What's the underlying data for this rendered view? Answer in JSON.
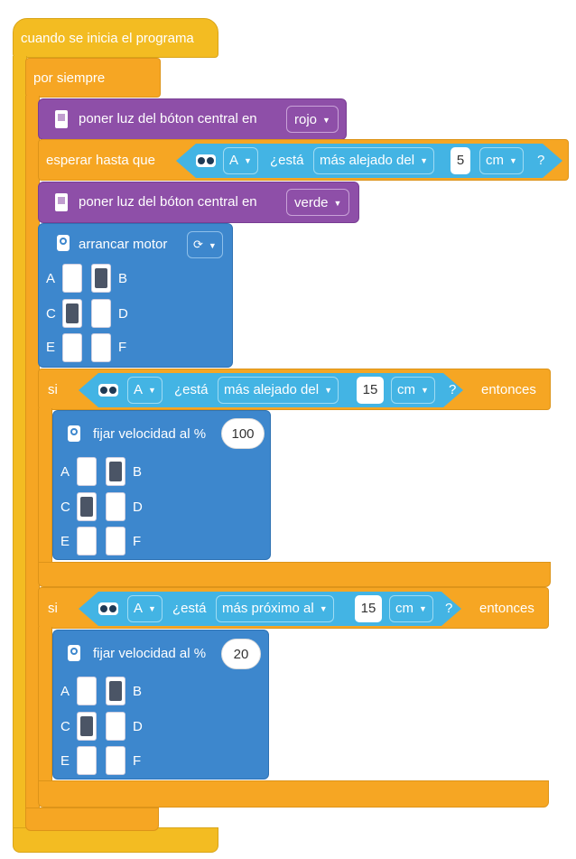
{
  "start_block": {
    "label": "cuando se inicia el programa"
  },
  "forever_block": {
    "label": "por siempre"
  },
  "set_light_1": {
    "label": "poner luz del bóton central en",
    "color": "rojo"
  },
  "wait_until": {
    "label": "esperar hasta que",
    "sensor_port": "A",
    "question": "¿está",
    "comparison": "más alejado del",
    "value": "5",
    "unit": "cm",
    "suffix": "?"
  },
  "set_light_2": {
    "label": "poner luz del bóton central en",
    "color": "verde"
  },
  "start_motor": {
    "label": "arrancar motor",
    "direction_icon": "rotate-clockwise-icon",
    "ports": {
      "A": false,
      "B": true,
      "C": true,
      "D": false,
      "E": false,
      "F": false
    }
  },
  "if_1": {
    "label": "si",
    "sensor_port": "A",
    "question": "¿está",
    "comparison": "más alejado del",
    "value": "15",
    "unit": "cm",
    "suffix": "?",
    "then": "entonces",
    "set_speed": {
      "label": "fijar velocidad al %",
      "value": "100",
      "ports": {
        "A": false,
        "B": true,
        "C": true,
        "D": false,
        "E": false,
        "F": false
      }
    }
  },
  "if_2": {
    "label": "si",
    "sensor_port": "A",
    "question": "¿está",
    "comparison": "más próximo al",
    "value": "15",
    "unit": "cm",
    "suffix": "?",
    "then": "entonces",
    "set_speed": {
      "label": "fijar velocidad al %",
      "value": "20",
      "ports": {
        "A": false,
        "B": true,
        "C": true,
        "D": false,
        "E": false,
        "F": false
      }
    }
  },
  "port_labels": {
    "A": "A",
    "B": "B",
    "C": "C",
    "D": "D",
    "E": "E",
    "F": "F"
  },
  "colors": {
    "event_yellow": "#f3bc22",
    "control_orange": "#f6a623",
    "light_purple": "#8e4fa8",
    "motor_blue": "#3d87cd",
    "sensor_cyan": "#43b4e4"
  }
}
